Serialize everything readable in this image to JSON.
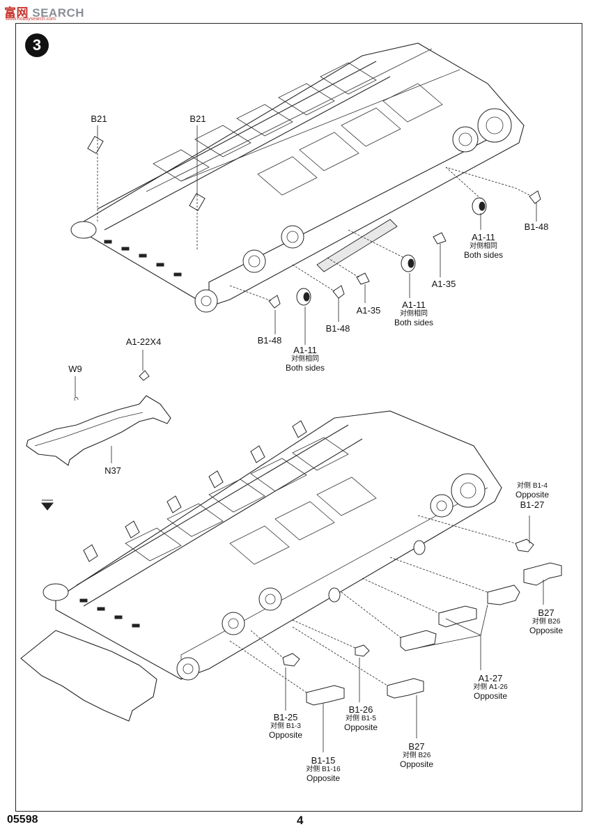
{
  "watermark": {
    "brand_cn": "富",
    "brand_cn2": "网",
    "brand_en": "SEARCH",
    "sub": "www.hobbysearch.com"
  },
  "step": "3",
  "footer": {
    "code": "05598",
    "page": "4"
  },
  "top_assembly": {
    "labels": [
      {
        "part": "B21"
      },
      {
        "part": "B21"
      },
      {
        "part": "B1-48"
      },
      {
        "part": "A1-11",
        "note_cn": "对侧相同",
        "note_en": "Both sides"
      },
      {
        "part": "A1-35"
      },
      {
        "part": "A1-11",
        "note_cn": "对侧相同",
        "note_en": "Both sides"
      },
      {
        "part": "A1-35"
      },
      {
        "part": "B1-48"
      },
      {
        "part": "B1-48"
      },
      {
        "part": "A1-11",
        "note_cn": "对侧相同",
        "note_en": "Both sides"
      }
    ]
  },
  "subassembly": {
    "labels": [
      {
        "part": "A1-22X4"
      },
      {
        "part": "W9"
      },
      {
        "part": "N37"
      }
    ]
  },
  "bottom_assembly": {
    "labels": [
      {
        "note_cn": "对侧 B1-4",
        "note_en": "Opposite",
        "part": "B1-27"
      },
      {
        "part": "B27",
        "note_cn": "对侧 B26",
        "note_en": "Opposite"
      },
      {
        "part": "A1-27",
        "note_cn": "对侧 A1-26",
        "note_en": "Opposite"
      },
      {
        "part": "B1-25",
        "note_cn": "对侧 B1-3",
        "note_en": "Opposite"
      },
      {
        "part": "B1-26",
        "note_cn": "对侧 B1-5",
        "note_en": "Opposite"
      },
      {
        "part": "B27",
        "note_cn": "对侧 B26",
        "note_en": "Opposite"
      },
      {
        "part": "B1-15",
        "note_cn": "对侧 B1-16",
        "note_en": "Opposite"
      }
    ]
  }
}
